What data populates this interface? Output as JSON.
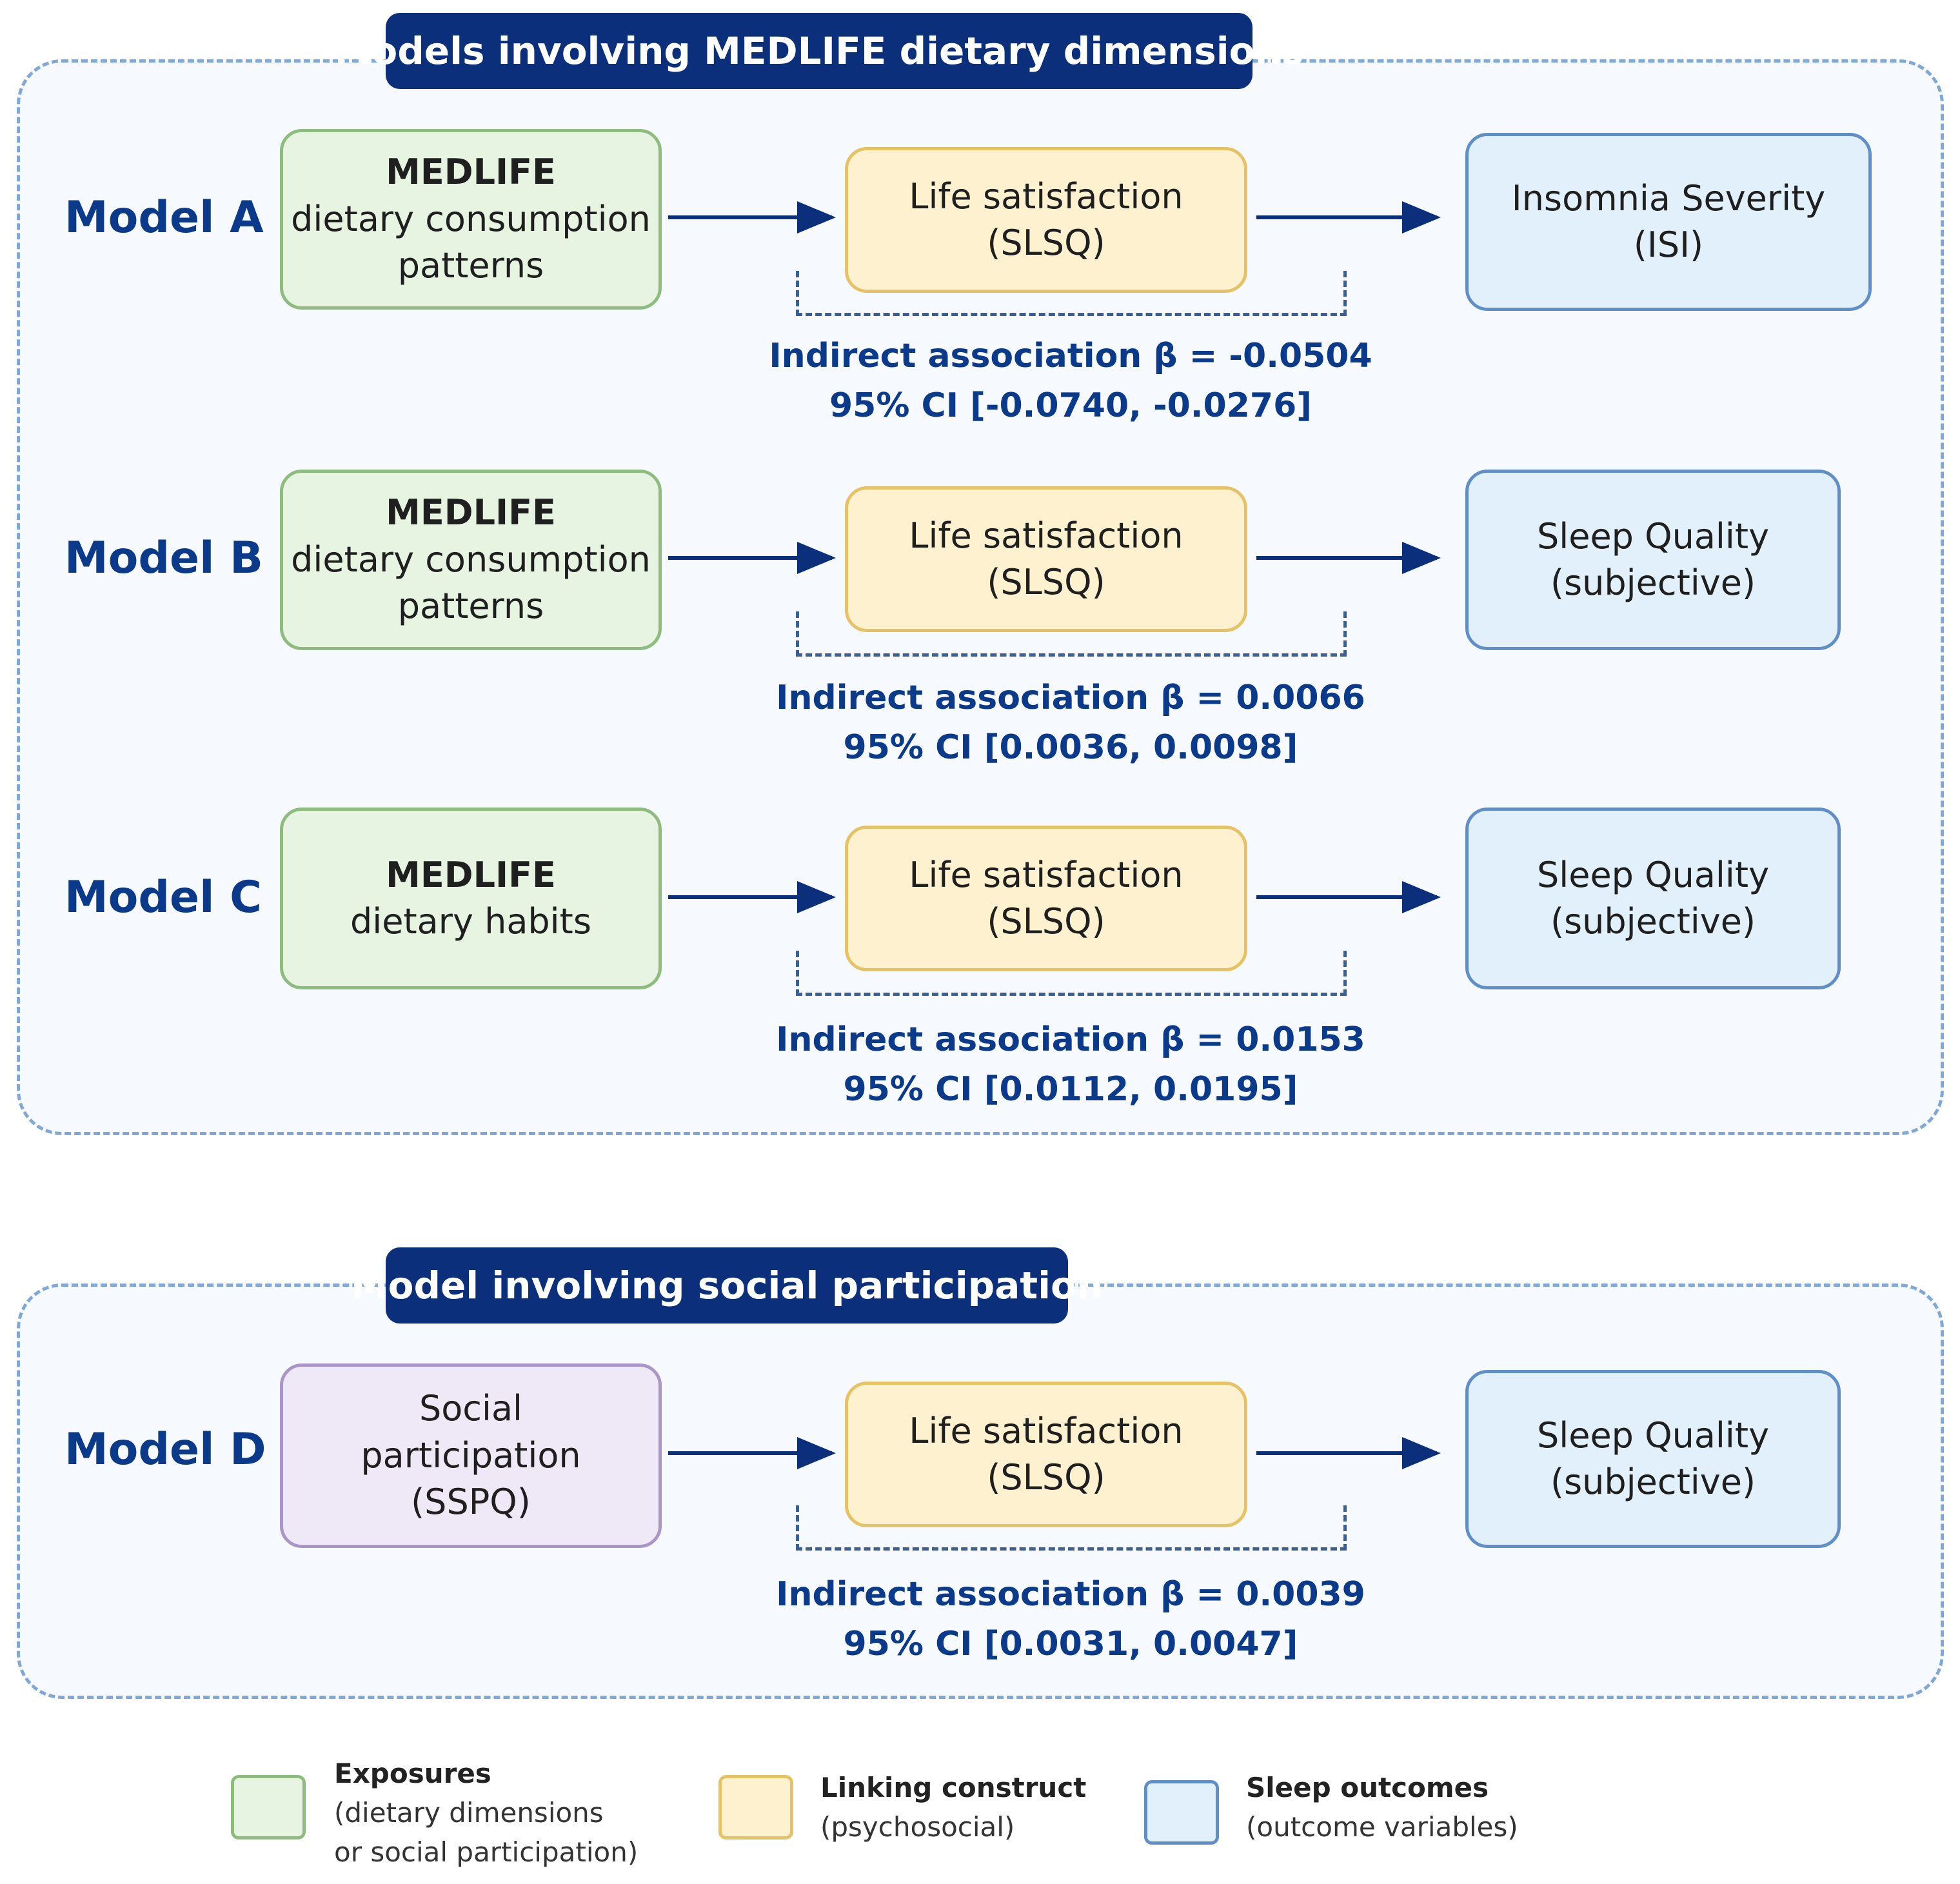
{
  "panel_medlife": {
    "title": "Models involving MEDLIFE dietary dimensions"
  },
  "panel_social": {
    "title": "Model involving social participation"
  },
  "models": {
    "a": {
      "label": "Model A",
      "exposure": [
        "MEDLIFE",
        "dietary consumption",
        "patterns"
      ],
      "mediator": [
        "Life satisfaction",
        "(SLSQ)"
      ],
      "outcome": [
        "Insomnia Severity",
        "(ISI)"
      ],
      "indirect": "Indirect association β = -0.0504",
      "ci": "95% CI [-0.0740, -0.0276]"
    },
    "b": {
      "label": "Model B",
      "exposure": [
        "MEDLIFE",
        "dietary consumption",
        "patterns"
      ],
      "mediator": [
        "Life satisfaction",
        "(SLSQ)"
      ],
      "outcome": [
        "Sleep Quality",
        "(subjective)"
      ],
      "indirect": "Indirect association β = 0.0066",
      "ci": "95% CI [0.0036, 0.0098]"
    },
    "c": {
      "label": "Model C",
      "exposure": [
        "MEDLIFE",
        "dietary habits"
      ],
      "mediator": [
        "Life satisfaction",
        "(SLSQ)"
      ],
      "outcome": [
        "Sleep Quality",
        "(subjective)"
      ],
      "indirect": "Indirect association β = 0.0153",
      "ci": "95% CI [0.0112, 0.0195]"
    },
    "d": {
      "label": "Model D",
      "exposure": [
        "Social",
        "participation",
        "(SSPQ)"
      ],
      "mediator": [
        "Life satisfaction",
        "(SLSQ)"
      ],
      "outcome": [
        "Sleep Quality",
        "(subjective)"
      ],
      "indirect": "Indirect association β = 0.0039",
      "ci": "95% CI [0.0031, 0.0047]"
    }
  },
  "legend": {
    "exposures": {
      "title": "Exposures",
      "sub1": "(dietary dimensions",
      "sub2": "or social participation)"
    },
    "linking": {
      "title": "Linking construct",
      "sub1": "(psychosocial)"
    },
    "outcomes": {
      "title": "Sleep outcomes",
      "sub1": "(outcome variables)"
    }
  },
  "colors": {
    "exposure_fill": "#e6f4e1",
    "exposure_border": "#8ebc7e",
    "social_fill": "#efe8f6",
    "social_border": "#a995c7",
    "linking_fill": "#fdf1cf",
    "linking_border": "#e6c266",
    "outcome_fill": "#e2f0fb",
    "outcome_border": "#5f8fc6",
    "title_bar": "#0b2f7a",
    "stat_text": "#0b3a8a"
  }
}
